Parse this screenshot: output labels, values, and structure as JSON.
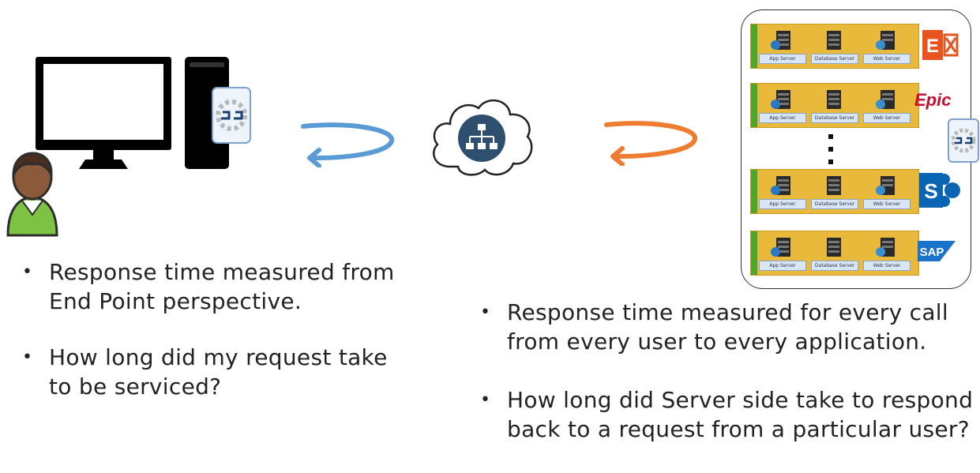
{
  "left_bullets": [
    "Response time measured  from End Point perspective.",
    "How long did my request take to be serviced?"
  ],
  "right_bullets": [
    "Response time measured  for every call from every user to every application.",
    "How long did Server side take to respond back to a request from a particular user?"
  ],
  "server_stack": {
    "rows": [
      {
        "slots": [
          "App Server",
          "Database Server",
          "Web Server"
        ],
        "app": "E",
        "app_icon": "exchange-logo"
      },
      {
        "slots": [
          "App Server",
          "Database Server",
          "Web Server"
        ],
        "app": "Epic",
        "app_icon": "epic-logo"
      },
      {
        "slots": [
          "App Server",
          "Database Server",
          "Web Server"
        ],
        "app": "S",
        "app_icon": "sharepoint-logo"
      },
      {
        "slots": [
          "App Server",
          "Database Server",
          "Web Server"
        ],
        "app": "SAP",
        "app_icon": "sap-logo"
      }
    ]
  },
  "colors": {
    "flow_left_arrow": "#5b9bd5",
    "flow_right_arrow": "#ed7d31",
    "rack_fill": "#e8b93a",
    "rack_strip": "#4aa82e",
    "exchange": "#e8541e",
    "epic": "#c8102e",
    "sharepoint": "#0a64b4",
    "sap": "#1a73c8"
  }
}
